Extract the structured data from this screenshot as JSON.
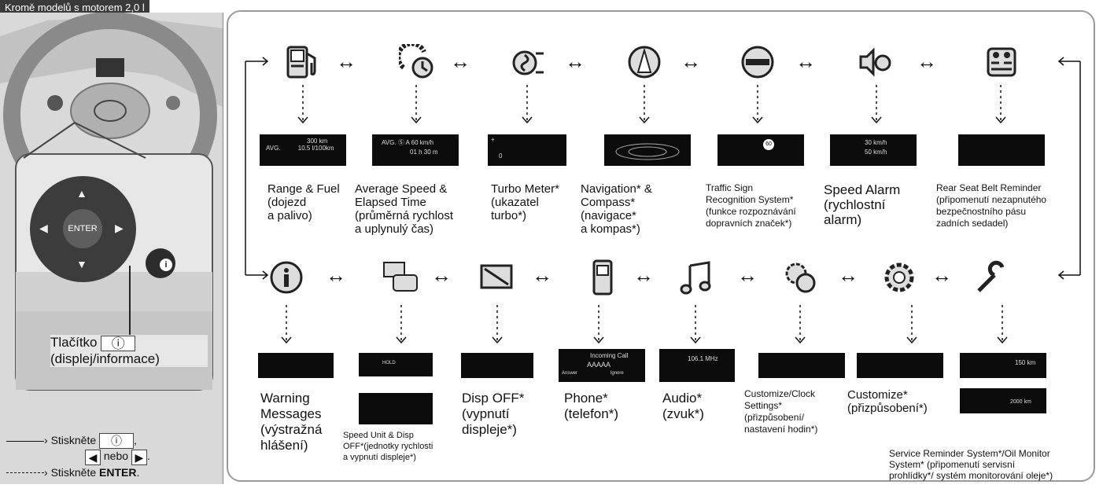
{
  "header": "Kromě modelů s motorem 2,0 l",
  "pad": {
    "enter": "ENTER"
  },
  "button_caption": {
    "label": "Tlačítko",
    "desc": "(displej/informace)"
  },
  "legend": {
    "press": "Stiskněte",
    "or": "nebo",
    "press_enter": "Stiskněte",
    "enter": "ENTER"
  },
  "row1": [
    {
      "label": "Range & Fuel\n(dojezd\na palivo)",
      "screen_a": "300 km",
      "screen_b": "10.5 l/100km",
      "screen_c": "AVG."
    },
    {
      "label": "Average Speed &\nElapsed Time\n(průměrná rychlost\na uplynulý čas)",
      "screen_a": "AVG. Ⓢ A   60 km/h",
      "screen_b": "01 h 30 m"
    },
    {
      "label": "Turbo Meter*\n(ukazatel\nturbo*)",
      "screen_a": "+",
      "screen_b": "0"
    },
    {
      "label": "Navigation* &\nCompass*\n(navigace*\na kompas*)"
    },
    {
      "label": "Traffic Sign\nRecognition System*\n(funkce rozpoznávání\ndopravních značek*)",
      "screen_a": "60"
    },
    {
      "label": "Speed Alarm\n(rychlostní\nalarm)",
      "screen_a": "30 km/h",
      "screen_b": "50 km/h"
    },
    {
      "label": "Rear Seat Belt Reminder\n(připomenutí nezapnutého\nbezpečnostního pásu\nzadních sedadel)"
    }
  ],
  "row2": [
    {
      "label": "Warning\nMessages\n(výstražná\nhlášení)"
    },
    {
      "label": "Speed Unit & Disp\nOFF*(jednotky rychlosti\na vypnutí displeje*)",
      "screen_a": "HOLD"
    },
    {
      "label": "Disp OFF*\n(vypnutí\ndispleje*)"
    },
    {
      "label": "Phone*\n(telefon*)",
      "screen_a": "Incoming Call",
      "screen_b": "AAAAA",
      "screen_c": "Answer",
      "screen_d": "Ignore"
    },
    {
      "label": "Audio*\n(zvuk*)",
      "screen_a": "106.1 MHz"
    },
    {
      "label": "Customize/Clock\nSettings*\n(přizpůsobení/\nnastavení hodin*)"
    },
    {
      "label": "Customize*\n(přizpůsobení*)"
    },
    {
      "label": "Service Reminder System*/Oil Monitor\nSystem* (připomenutí servisní\nprohlídky*/ systém monitorování oleje*)",
      "screen_a": "150 km",
      "screen_b": "2000 km"
    }
  ]
}
